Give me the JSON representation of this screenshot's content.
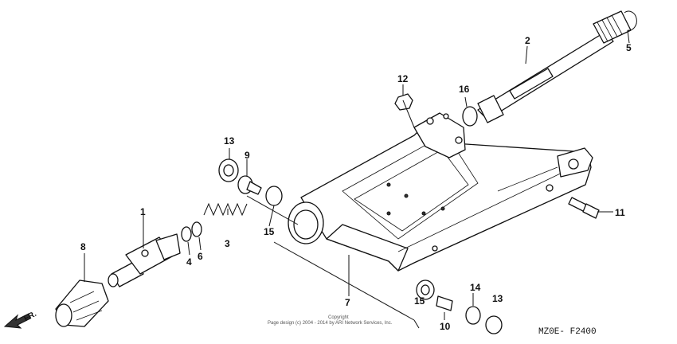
{
  "callouts": {
    "c1": "1",
    "c2": "2",
    "c3": "3",
    "c4": "4",
    "c5": "5",
    "c6": "6",
    "c7": "7",
    "c8": "8",
    "c9": "9",
    "c10": "10",
    "c11": "11",
    "c12": "12",
    "c13a": "13",
    "c13b": "13",
    "c14": "14",
    "c15a": "15",
    "c15b": "15",
    "c16": "16"
  },
  "diagram_code": "MZ0E- F2400",
  "front_label": "FR.",
  "copyright_line1": "Copyright",
  "copyright_line2": "Page design (c) 2004 - 2014 by ARI Network Services, Inc."
}
